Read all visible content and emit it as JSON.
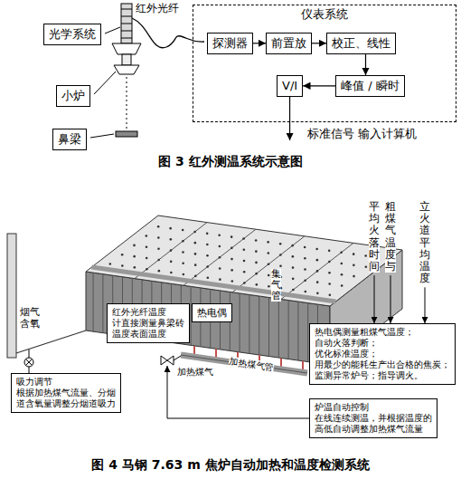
{
  "diagram": {
    "caption": "图 4 马钢 7.63 m 焦炉自动加热和温度检测系统",
    "nodes": [
      {
        "text": [
          "光学系统"
        ]
      },
      {
        "text": [
          "小炉"
        ]
      },
      {
        "text": [
          "鼻梁"
        ]
      },
      {
        "text": [
          "仪表系统"
        ]
      },
      {
        "text": [
          "探测器"
        ],
        "in": 3
      },
      {
        "text": [
          "前置放"
        ],
        "in": 3
      },
      {
        "text": [
          "校正、线性"
        ],
        "in": 3
      },
      {
        "text": [
          "峰值 / 瞬时"
        ],
        "in": 3
      },
      {
        "text": [
          "V/I"
        ],
        "in": 3
      },
      {
        "text": [
          "红外光纤温度 计直接测量鼻梁砖 温度表面温度"
        ]
      },
      {
        "text": [
          "热电偶"
        ]
      },
      {
        "text": [
          "热电偶测量粗煤气温度； 自动火落判断； 优化标准温度； 用最少的能耗生产出合格的焦炭； 监测异常炉号；指导调火。"
        ]
      },
      {
        "text": [
          "炉温自动控制",
          "在线连续测温，并根据温度的 高低自动调整加热煤气流量"
        ]
      },
      {
        "text": [
          "吸力调节",
          "根据加热煤气流量、分烟 道含氧量调整分烟道吸力"
        ]
      }
    ],
    "edges": [
      {
        "from": 4,
        "to": 5,
        "arrow": "to"
      },
      {
        "from": 5,
        "to": 6,
        "arrow": "to"
      },
      {
        "from": 6,
        "to": 7,
        "arrow": "to"
      },
      {
        "from": 7,
        "to": 8,
        "arrow": "to"
      }
    ],
    "labels": [
      "红外光纤",
      "标准信号 输入计算机",
      "图 3 红外测温系统示意图",
      "平均火落时间",
      "粗煤气温度与",
      "立火道平均温度",
      "集气管",
      "加热煤气管",
      "烟气含氧",
      "加热煤气"
    ]
  }
}
